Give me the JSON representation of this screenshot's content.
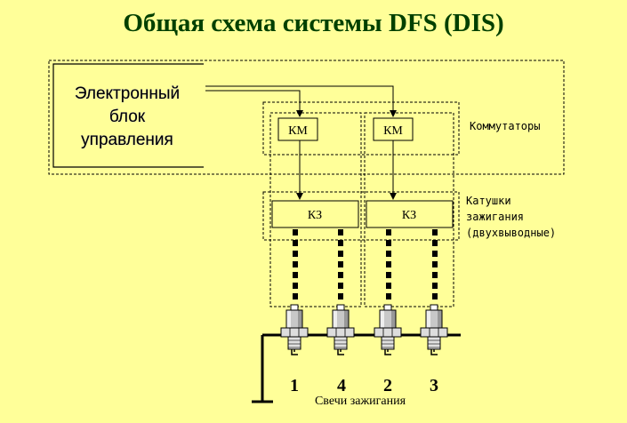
{
  "title": "Общая схема системы DFS (DIS)",
  "ecu": {
    "line1": "Электронный",
    "line2": "блок",
    "line3": "управления"
  },
  "commutators": {
    "label": "Коммутаторы",
    "units": [
      "КМ",
      "КМ"
    ]
  },
  "coils": {
    "label_line1": "Катушки",
    "label_line2": "зажигания",
    "label_line3": "(двухвыводные)",
    "units": [
      "КЗ",
      "КЗ"
    ]
  },
  "spark_plugs": {
    "label": "Свечи зажигания",
    "numbers": [
      "1",
      "4",
      "2",
      "3"
    ]
  },
  "colors": {
    "background": "#ffff99",
    "title": "#004000",
    "lines": "#000000"
  }
}
